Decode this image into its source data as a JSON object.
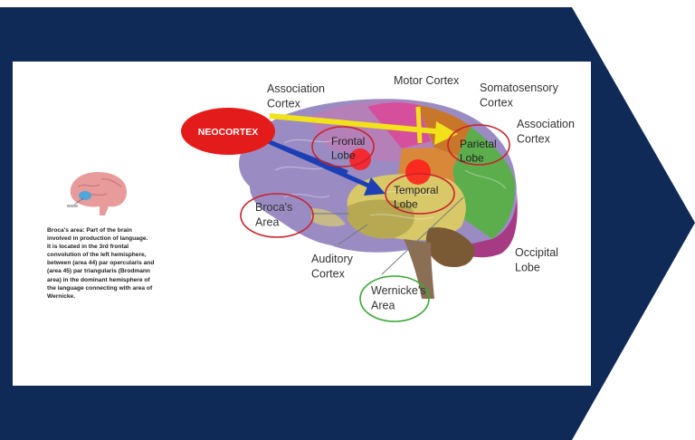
{
  "diagram": {
    "neocortex_label": "NEOCORTEX",
    "labels": {
      "association_cortex_top": "Association\nCortex",
      "motor_cortex": "Motor Cortex",
      "somatosensory_cortex": "Somatosensory\nCortex",
      "association_cortex_right": "Association\nCortex",
      "frontal_lobe": "Frontal\nLobe",
      "parietal_lobe": "Parietal\nLobe",
      "temporal_lobe": "Temporal\nLobe",
      "brocas_area": "Broca's\nArea",
      "auditory_cortex": "Auditory\nCortex",
      "occipital_lobe": "Occipital\nLobe",
      "wernickes_area": "Wernicke's\nArea"
    },
    "brocas_note": "Broca's area: Part of the brain\ninvolved in production of language.\n It is located in the 3rd frontal\nconvolution of the left hemisphere,\nbetween (area 44) par opercularis and\n(area 45) par triangularis (Brodmann\narea) in the dominant hemisphere of\nthe language connecting with area of\nWernicke."
  },
  "colors": {
    "navy": "#0f2a56",
    "neocortex_red": "#e41b1b",
    "arrow_yellow": "#f2e21a",
    "arrow_blue": "#1c3fb5",
    "circle_red": "#c8232c",
    "circle_green": "#3aa835"
  }
}
